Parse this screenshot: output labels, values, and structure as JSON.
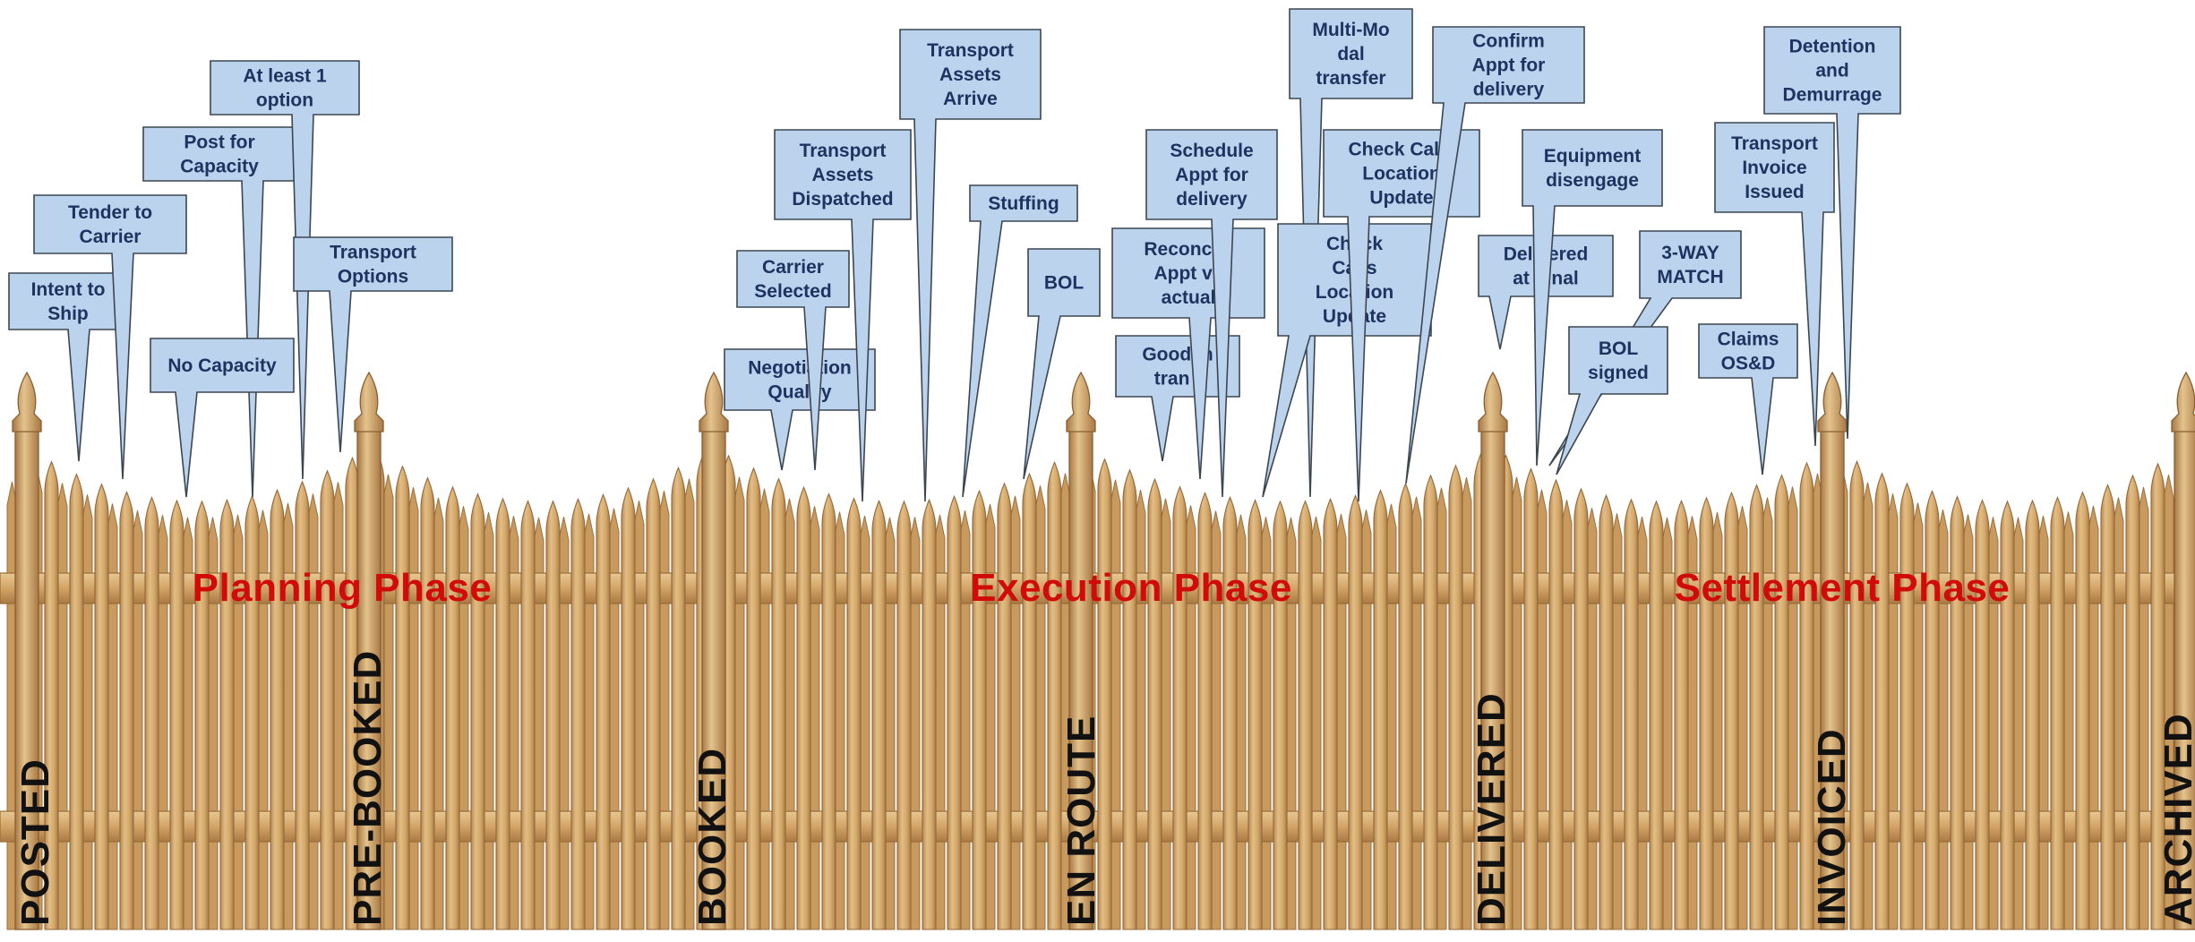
{
  "phases": [
    {
      "id": "planning",
      "label": "Planning Phase"
    },
    {
      "id": "execution",
      "label": "Execution Phase"
    },
    {
      "id": "settlement",
      "label": "Settlement Phase"
    }
  ],
  "statuses": [
    {
      "id": "posted",
      "label": "POSTED"
    },
    {
      "id": "pre-booked",
      "label": "PRE-BOOKED"
    },
    {
      "id": "booked",
      "label": "BOOKED"
    },
    {
      "id": "en-route",
      "label": "EN ROUTE"
    },
    {
      "id": "delivered",
      "label": "DELIVERED"
    },
    {
      "id": "invoiced",
      "label": "INVOICED"
    },
    {
      "id": "archived",
      "label": "ARCHIVED"
    }
  ],
  "callouts": [
    {
      "id": "intent-to-ship",
      "lines": [
        "Intent to",
        "Ship"
      ]
    },
    {
      "id": "tender-to-carrier",
      "lines": [
        "Tender to",
        "Carrier"
      ]
    },
    {
      "id": "post-for-capacity",
      "lines": [
        "Post for",
        "Capacity"
      ]
    },
    {
      "id": "at-least-1-option",
      "lines": [
        "At least 1",
        "option"
      ]
    },
    {
      "id": "no-capacity",
      "lines": [
        "No Capacity"
      ]
    },
    {
      "id": "transport-options",
      "lines": [
        "Transport",
        "Options"
      ]
    },
    {
      "id": "negotiation-qualify",
      "lines": [
        "Negotiation",
        "Qualify"
      ]
    },
    {
      "id": "carrier-selected",
      "lines": [
        "Carrier",
        "Selected"
      ]
    },
    {
      "id": "transport-assets-dispatched",
      "lines": [
        "Transport",
        "Assets",
        "Dispatched"
      ]
    },
    {
      "id": "transport-assets-arrive",
      "lines": [
        "Transport",
        "Assets",
        "Arrive"
      ]
    },
    {
      "id": "stuffing",
      "lines": [
        "Stuffing"
      ]
    },
    {
      "id": "bol",
      "lines": [
        "BOL"
      ]
    },
    {
      "id": "goods-in-transit",
      "lines": [
        "Good  in",
        "tran  t"
      ]
    },
    {
      "id": "reconcile-appt",
      "lines": [
        "Reconcile",
        "Appt vs",
        "actual"
      ]
    },
    {
      "id": "schedule-appt",
      "lines": [
        "Schedule",
        "Appt for",
        "delivery"
      ]
    },
    {
      "id": "multi-modal-transfer",
      "lines": [
        "Multi-Mo",
        "dal",
        "transfer"
      ]
    },
    {
      "id": "check-calls-2",
      "lines": [
        "Check",
        "Calls",
        "Location",
        "Update"
      ]
    },
    {
      "id": "check-calls-1",
      "lines": [
        "Check Calls",
        "Location",
        "Update"
      ]
    },
    {
      "id": "confirm-appt",
      "lines": [
        "Confirm",
        "Appt for",
        "delivery"
      ]
    },
    {
      "id": "delivered-at-final",
      "lines": [
        "Delivered",
        "at Final"
      ]
    },
    {
      "id": "equipment-disengage",
      "lines": [
        "Equipment",
        "disengage"
      ]
    },
    {
      "id": "three-way-match",
      "lines": [
        "3-WAY",
        "MATCH"
      ]
    },
    {
      "id": "bol-signed",
      "lines": [
        "BOL",
        "signed"
      ]
    },
    {
      "id": "claims-osd",
      "lines": [
        "Claims",
        "OS&D"
      ]
    },
    {
      "id": "transport-invoice",
      "lines": [
        "Transport",
        "Invoice",
        "Issued"
      ]
    },
    {
      "id": "detention",
      "lines": [
        "Detention",
        "and",
        "Demurrage"
      ]
    }
  ],
  "colors": {
    "callout_fill": "#bcd3ee",
    "callout_stroke": "#3c4650",
    "callout_text": "#1d3461",
    "phase_text": "#d10a0a",
    "status_text": "#111111",
    "fence_wood": "#d7ad72",
    "fence_dark": "#a87a44",
    "fence_light": "#e9c992"
  }
}
